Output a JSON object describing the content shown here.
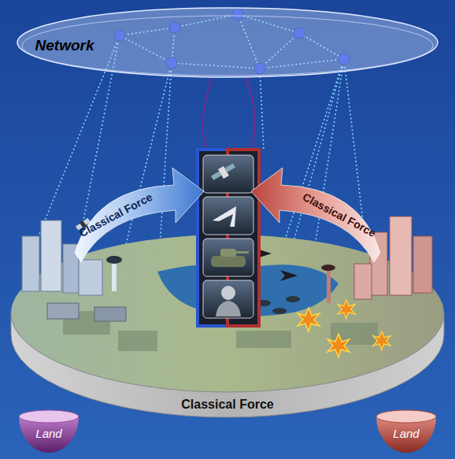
{
  "diagram": {
    "nodes": [
      {
        "text": [
          "Network"
        ]
      },
      {
        "text": [
          "Classical Force"
        ]
      },
      {
        "text": [
          "Classical Force"
        ]
      },
      {
        "text": [
          "Classical Force"
        ]
      },
      {
        "text": [
          "Land"
        ]
      },
      {
        "text": [
          "Land"
        ]
      }
    ]
  }
}
